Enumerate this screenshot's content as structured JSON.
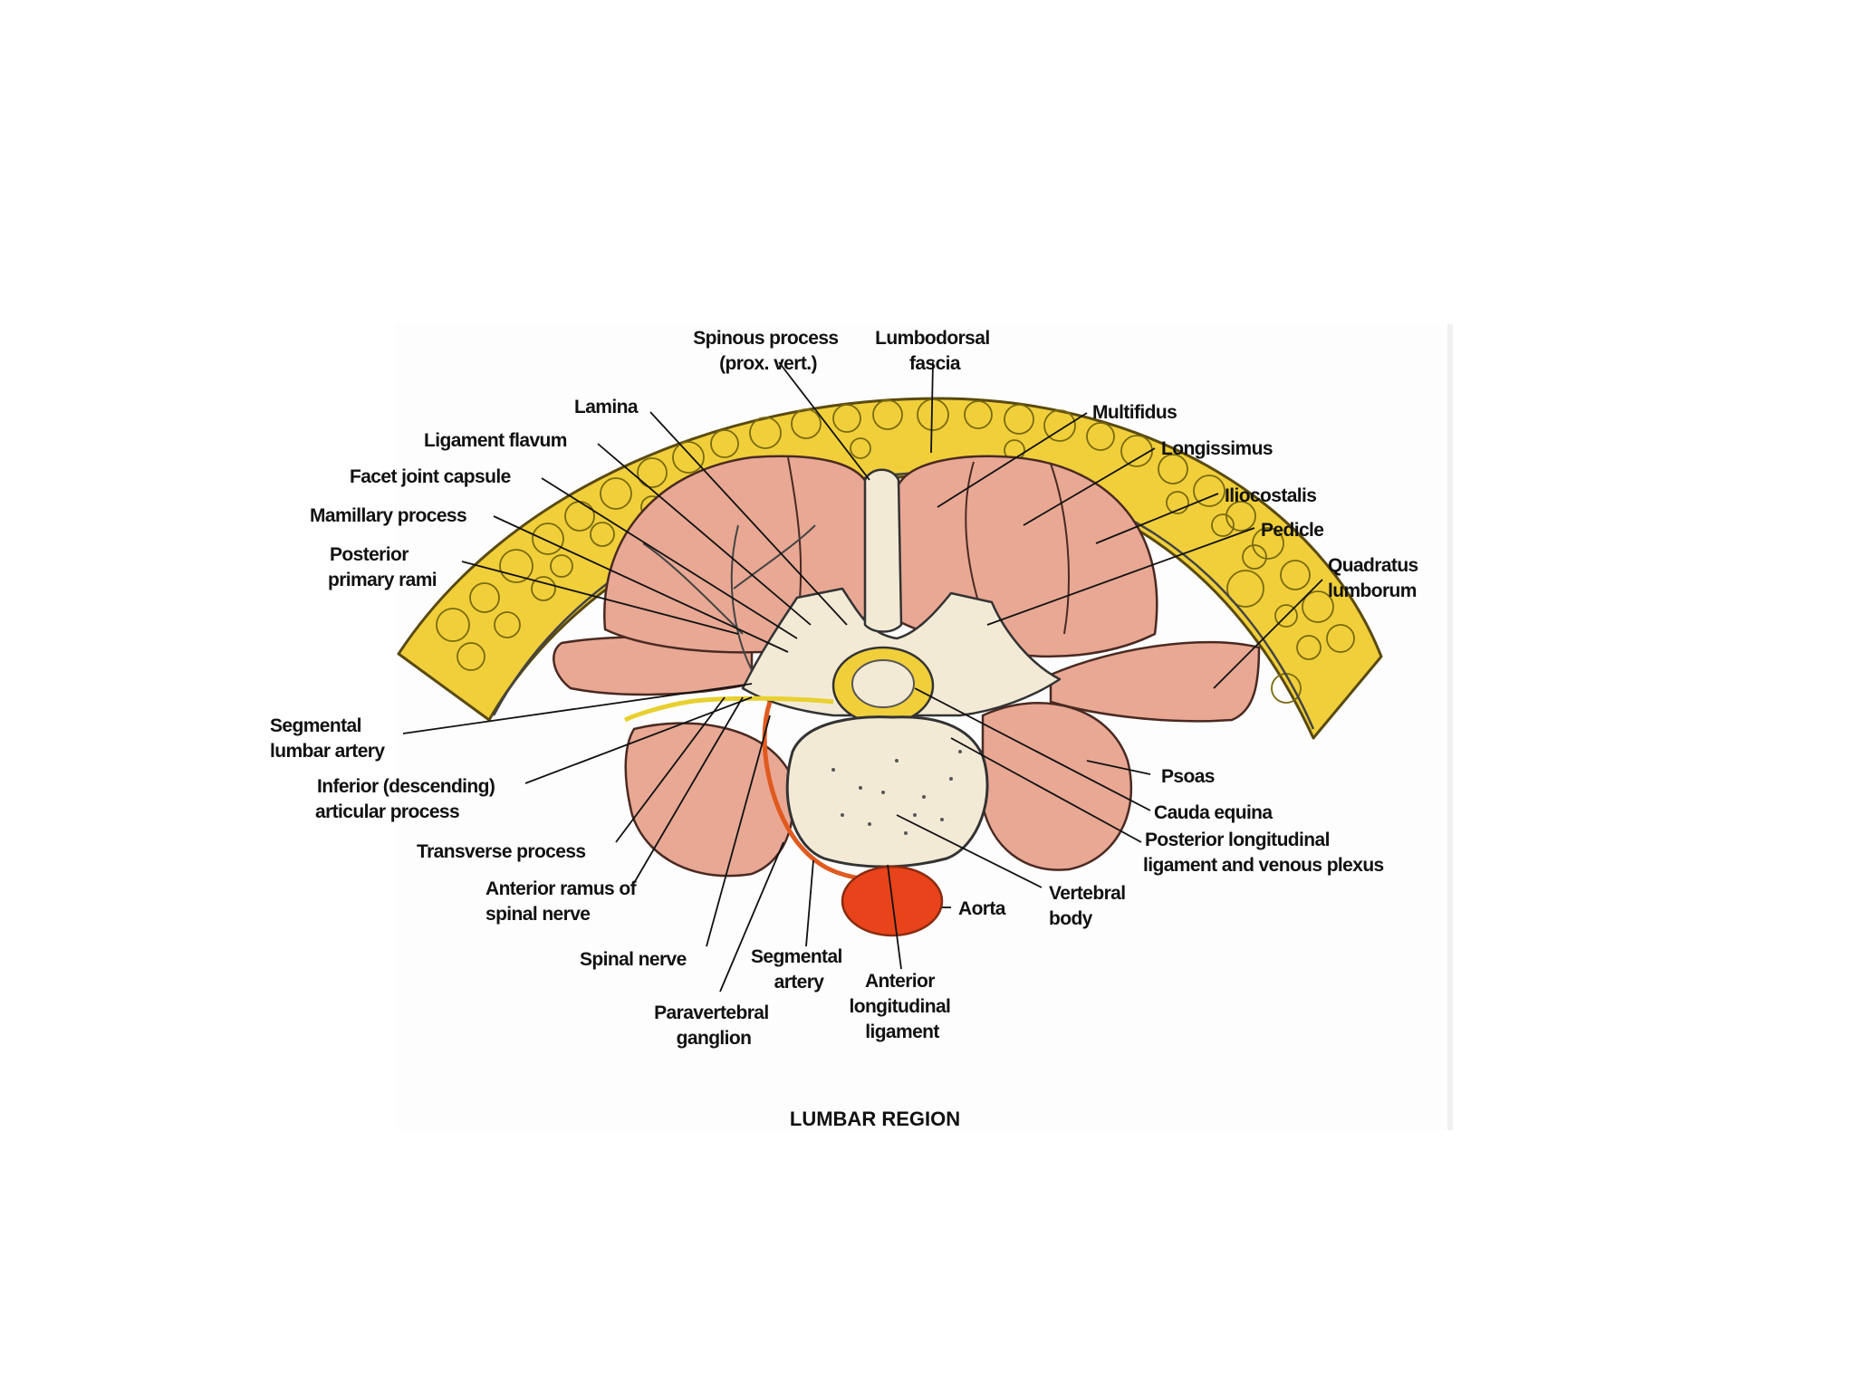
{
  "diagram": {
    "caption": "LUMBAR REGION",
    "colors": {
      "fat": "#f0cf3a",
      "fat_outline": "#7a6a10",
      "muscle": "#e8a894",
      "muscle_outline": "#4a2a22",
      "bone": "#f3ead6",
      "aorta": "#e8431a",
      "artery": "#e05a20",
      "nerve": "#e8d030"
    },
    "labels": {
      "spinous_process": [
        "Spinous process",
        "(prox. vert.)"
      ],
      "lumbodorsal_fascia": [
        "Lumbodorsal",
        "fascia"
      ],
      "lamina": [
        "Lamina"
      ],
      "ligament_flavum": [
        "Ligament flavum"
      ],
      "facet_joint_capsule": [
        "Facet joint capsule"
      ],
      "mamillary_process": [
        "Mamillary process"
      ],
      "posterior_primary_rami": [
        "Posterior",
        "primary rami"
      ],
      "segmental_lumbar_artery": [
        "Segmental",
        "lumbar artery"
      ],
      "inferior_articular_process": [
        "Inferior (descending)",
        "articular process"
      ],
      "transverse_process": [
        "Transverse process"
      ],
      "anterior_ramus": [
        "Anterior ramus of",
        "spinal nerve"
      ],
      "spinal_nerve": [
        "Spinal nerve"
      ],
      "segmental_artery": [
        "Segmental",
        "artery"
      ],
      "paravertebral_ganglion": [
        "Paravertebral",
        "ganglion"
      ],
      "anterior_longitudinal_ligament": [
        "Anterior",
        "longitudinal",
        "ligament"
      ],
      "multifidus": [
        "Multifidus"
      ],
      "longissimus": [
        "Longissimus"
      ],
      "iliocostalis": [
        "Iliocostalis"
      ],
      "pedicle": [
        "Pedicle"
      ],
      "quadratus_lumborum": [
        "Quadratus",
        "lumborum"
      ],
      "psoas": [
        "Psoas"
      ],
      "cauda_equina": [
        "Cauda equina"
      ],
      "posterior_longitudinal_ligament": [
        "Posterior longitudinal",
        "ligament and venous plexus"
      ],
      "vertebral_body": [
        "Vertebral",
        "body"
      ],
      "aorta": [
        "Aorta"
      ]
    }
  }
}
